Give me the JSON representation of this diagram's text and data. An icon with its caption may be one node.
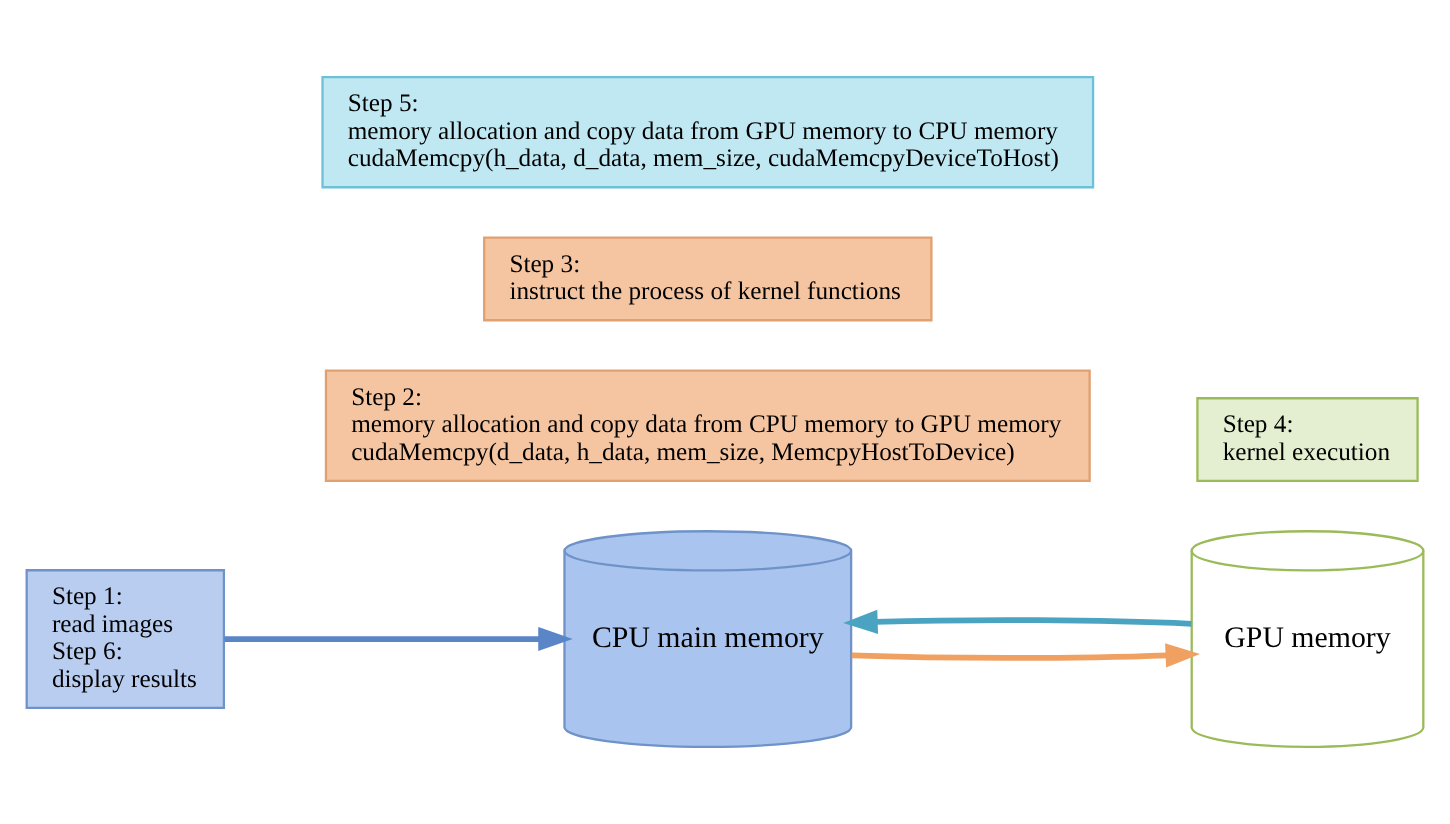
{
  "diagram": {
    "nodes": [
      {
        "text": [
          "CPU main memory"
        ]
      },
      {
        "text": [
          "GPU memory"
        ]
      },
      {
        "text": [
          "Step 2:",
          "memory allocation and copy data from CPU memory to GPU memory",
          "cudaMemcpy(d_data, h_data, mem_size, MemcpyHostToDevice)"
        ]
      },
      {
        "text": [
          "Step 3:",
          "instruct the process of kernel functions"
        ]
      },
      {
        "text": [
          "Step 4:",
          "kernel execution"
        ]
      },
      {
        "text": [
          "Step 5:",
          "memory allocation and copy data from GPU memory to CPU memory",
          "cudaMemcpy(h_data, d_data, mem_size, cudaMemcpyDeviceToHost)"
        ]
      },
      {
        "text": [
          "Step 1:",
          "read images",
          "Step 6:",
          "display results"
        ]
      }
    ],
    "edges": [
      {
        "from": 0,
        "to": 1,
        "arrow": "to",
        "color": "#f0a060"
      },
      {
        "from": 1,
        "to": 0,
        "arrow": "to",
        "color": "#4aa3c0"
      },
      {
        "from": 6,
        "to": 0,
        "arrow": "to",
        "color": "#5a86c8"
      }
    ]
  }
}
